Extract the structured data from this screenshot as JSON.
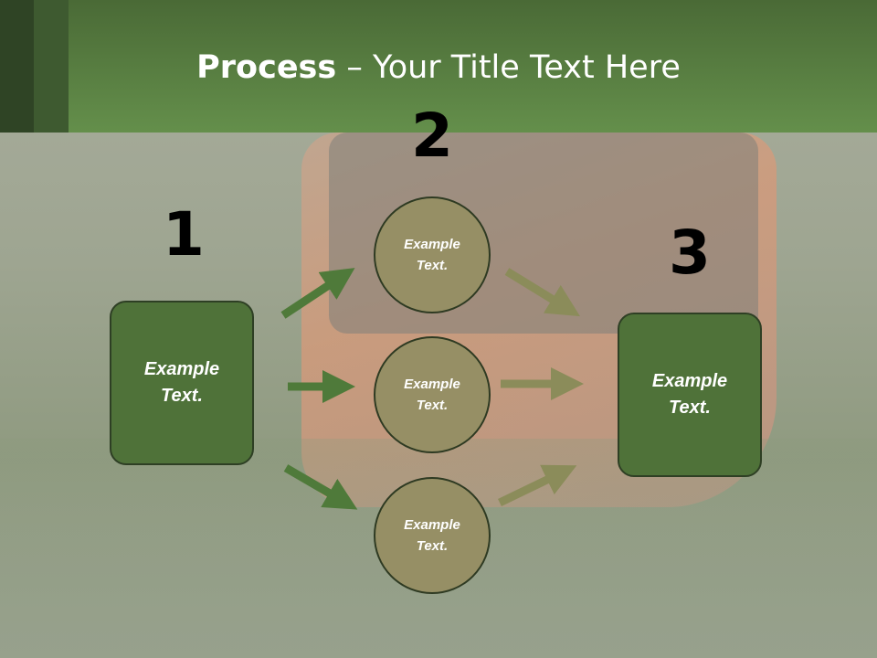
{
  "title": {
    "bold": "Process",
    "rest": " – Your Title Text Here"
  },
  "steps": [
    {
      "number": "1",
      "text": "Example Text."
    },
    {
      "number": "2",
      "items": [
        "Example Text.",
        "Example Text.",
        "Example Text."
      ]
    },
    {
      "number": "3",
      "text": "Example Text."
    }
  ],
  "colors": {
    "header": "#5a8244",
    "box": "#4f7239",
    "circle": "#968f65",
    "arrow_left": "#4f7a3a",
    "arrow_right": "#8b8c5a"
  }
}
